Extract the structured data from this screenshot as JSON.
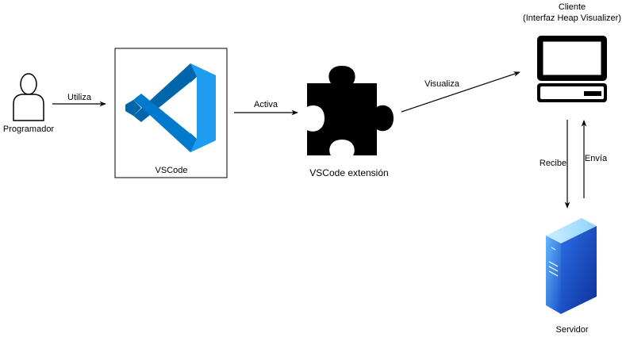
{
  "nodes": {
    "programmer": {
      "label": "Programador",
      "icon": "person-icon"
    },
    "vscode": {
      "label": "VSCode",
      "icon": "vscode-logo-icon"
    },
    "extension": {
      "label": "VSCode extensión",
      "icon": "puzzle-piece-icon"
    },
    "client": {
      "title_line1": "Cliente",
      "title_line2": "(Interfaz Heap Visualizer)",
      "icon": "computer-monitor-icon"
    },
    "server": {
      "label": "Servidor",
      "icon": "server-tower-icon"
    }
  },
  "edges": {
    "uses": "Utiliza",
    "activates": "Activa",
    "visualizes": "Visualiza",
    "receives": "Recibe",
    "sends": "Envía"
  },
  "colors": {
    "vscode_blue_dark": "#0065A9",
    "vscode_blue": "#007ACC",
    "vscode_blue_light": "#1F9CF0",
    "server_blue": "#2E7DF0",
    "server_light": "#9BD7FF",
    "line": "#000000"
  }
}
